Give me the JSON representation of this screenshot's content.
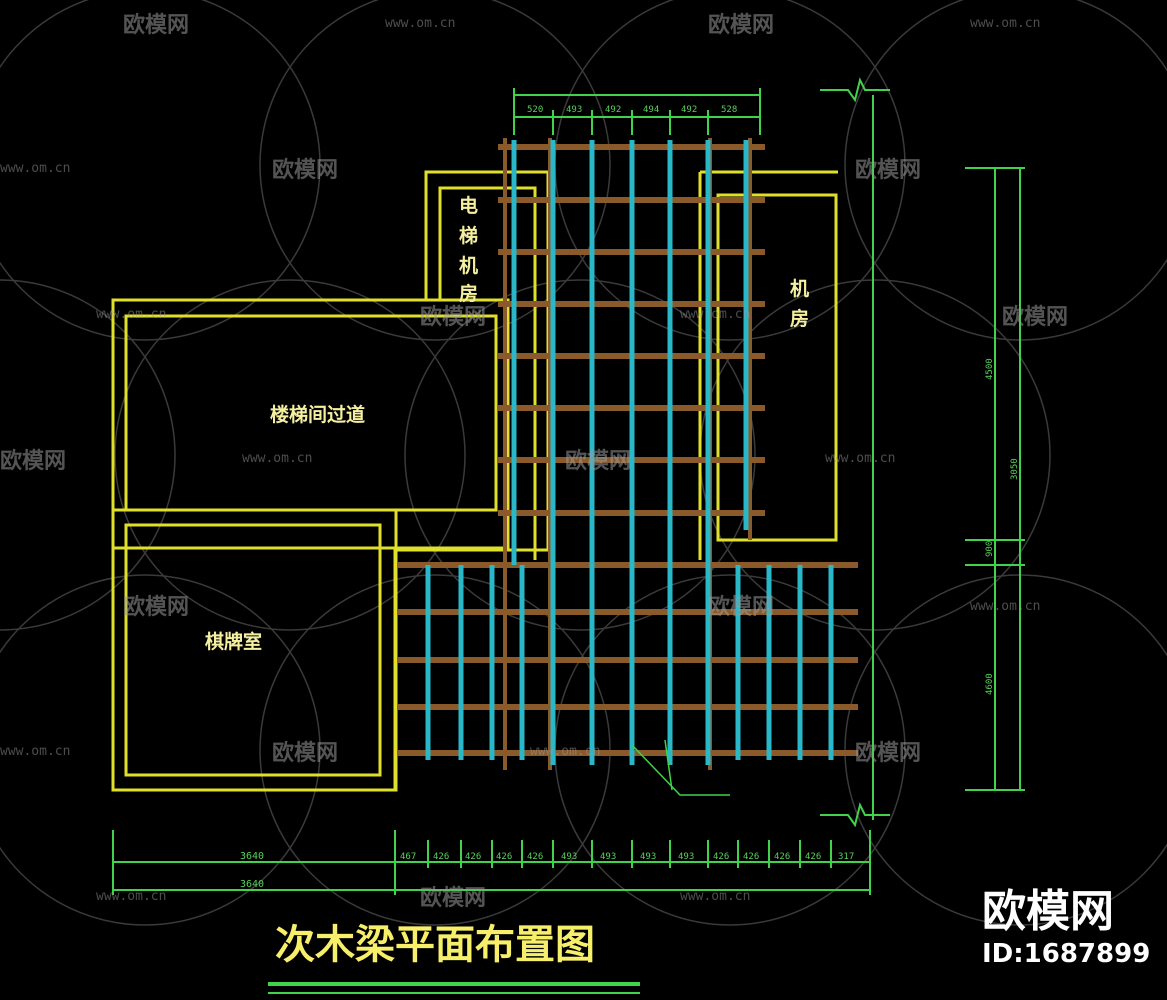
{
  "drawing": {
    "title": "次木梁平面布置图",
    "rooms": {
      "elevator_room": [
        "电",
        "梯",
        "机",
        "房"
      ],
      "machine_room": [
        "机",
        "房"
      ],
      "stair_corridor": "楼梯间过道",
      "chess_room": "棋牌室"
    },
    "dims_top_row": [
      "520",
      "493",
      "492",
      "494",
      "492",
      "528"
    ],
    "dims_bottom_row": [
      "467",
      "426",
      "426",
      "426",
      "426",
      "493",
      "493",
      "493",
      "493",
      "426",
      "426",
      "426",
      "426",
      "317"
    ],
    "dims_bottom_left": [
      "3640",
      "3640"
    ],
    "dims_right_vertical": [
      "4500",
      "3050",
      "900",
      "4600"
    ]
  },
  "watermark": {
    "brand": "欧模网",
    "url": "www.om.cn",
    "id_text": "ID:1687899"
  },
  "colors": {
    "background": "#000000",
    "outline": "#e0e02a",
    "beam_wood": "#8a5a2a",
    "beam_cyan": "#2ab8c8",
    "dimension": "#3fd24a"
  }
}
